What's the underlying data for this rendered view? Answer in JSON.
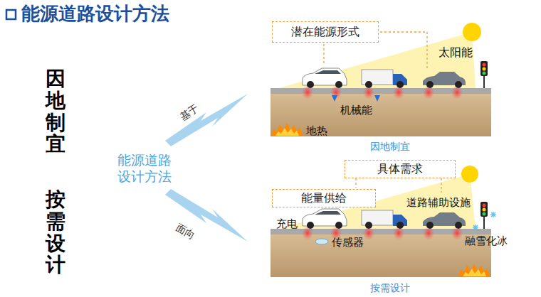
{
  "diagram": {
    "title": "能源道路设计方法",
    "nodes": [
      {
        "text": [
          "潜在能源形式"
        ]
      },
      {
        "text": [
          "具体需求"
        ]
      },
      {
        "text": [
          "能量供给"
        ]
      }
    ],
    "labels": [
      "因地制宜",
      "按需设计",
      "能源道路 设计方法",
      "基于",
      "面向",
      "太阳能",
      "机械能",
      "地热",
      "因地制宜",
      "道路辅助设施",
      "充电",
      "传感器",
      "融雪化冰",
      "按需设计"
    ]
  }
}
